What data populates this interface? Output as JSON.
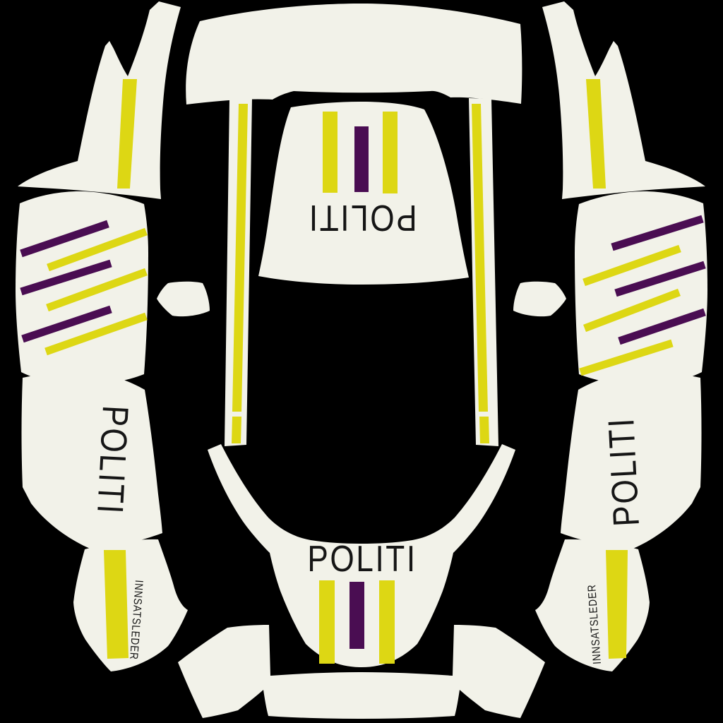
{
  "colors": {
    "background": "#000000",
    "panel": "#f2f2e9",
    "yellow": "#ddd714",
    "purple": "#4a0d52",
    "text": "#161616"
  },
  "texts": {
    "hood": "POLITI",
    "tailgate": "POLITI",
    "left_side": "POLITI",
    "right_side": "POLITI",
    "left_fender": "INNSATSLEDER",
    "right_fender": "INNSATSLEDER"
  }
}
